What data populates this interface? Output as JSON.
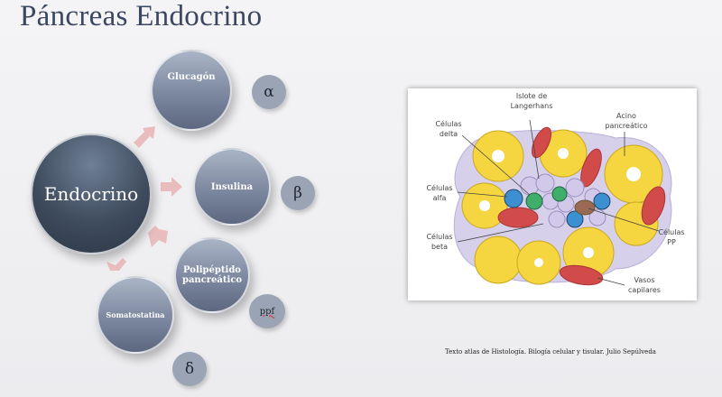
{
  "title": "Páncreas Endocrino",
  "diagram": {
    "center": "Endocrino",
    "hormones": [
      {
        "name": "Glucagón",
        "cell": "α"
      },
      {
        "name": "Insulina",
        "cell": "β"
      },
      {
        "name": "Polipéptido pancreático",
        "cell": "ppf"
      },
      {
        "name": "Somatostatina",
        "cell": "δ"
      }
    ]
  },
  "figure": {
    "labels": {
      "islote": "Islote de",
      "islote2": "Langerhans",
      "acino": "Acino",
      "acino2": "pancreático",
      "delta": "Células",
      "delta2": "delta",
      "alfa": "Células",
      "alfa2": "alfa",
      "beta": "Células",
      "beta2": "beta",
      "pp": "Células",
      "pp2": "PP",
      "vasos": "Vasos",
      "vasos2": "capilares"
    },
    "caption": "Texto atlas de Histología. Bilogía celular y tisular. Julio Sepúlveda"
  },
  "colors": {
    "acinar": "#f5d640",
    "vessel": "#d24b4b",
    "alpha": "#3c8fd0",
    "delta": "#3fae6a",
    "pp": "#9a6a55",
    "beta": "#c9c0e0",
    "tissue": "#d6d0ea"
  }
}
